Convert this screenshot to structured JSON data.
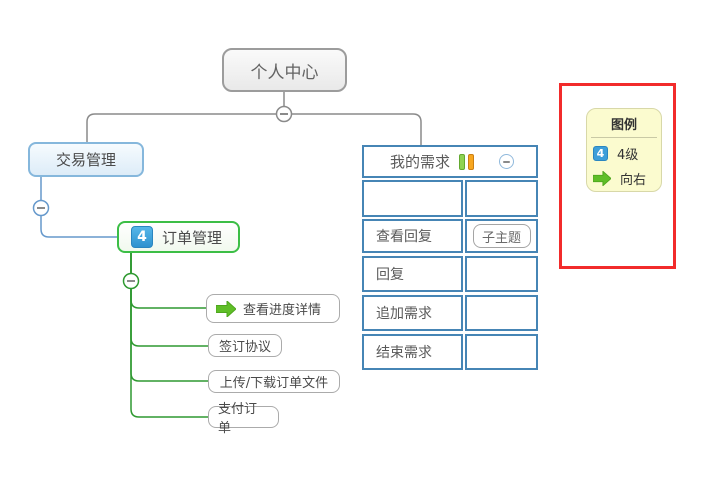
{
  "nodes": {
    "root": {
      "label": "个人中心"
    },
    "trade": {
      "label": "交易管理"
    },
    "order": {
      "label": "订单管理",
      "badge": "4"
    },
    "children": [
      {
        "label": "查看进度详情",
        "icon": "arrow-right"
      },
      {
        "label": "签订协议"
      },
      {
        "label": "上传/下载订单文件"
      },
      {
        "label": "支付订单"
      }
    ]
  },
  "table": {
    "title": "我的需求",
    "marker_icons": [
      "green-bar",
      "orange-bar"
    ],
    "rows": [
      {
        "left": "",
        "right": ""
      },
      {
        "left": "查看回复",
        "right": "子主题"
      },
      {
        "left": "回复",
        "right": ""
      },
      {
        "left": "追加需求",
        "right": ""
      },
      {
        "left": "结束需求",
        "right": ""
      }
    ]
  },
  "legend": {
    "title": "图例",
    "items": [
      {
        "symbol": "4",
        "label": "4级",
        "icon": "level-4-badge"
      },
      {
        "label": "向右",
        "icon": "arrow-right"
      }
    ]
  },
  "colors": {
    "table_border": "#4685B5",
    "green_line": "#2E9930",
    "blue_line": "#6699CC",
    "gray_line": "#8A8A8A",
    "green_node_border": "#3CBE46",
    "badge_blue": "#3E9FD9",
    "legend_bg": "#FBFBCF",
    "highlight_red": "#F22B2B",
    "arrow_green": "#5FBE27",
    "bar_green": "#8FD352",
    "bar_orange": "#F7A61F"
  }
}
